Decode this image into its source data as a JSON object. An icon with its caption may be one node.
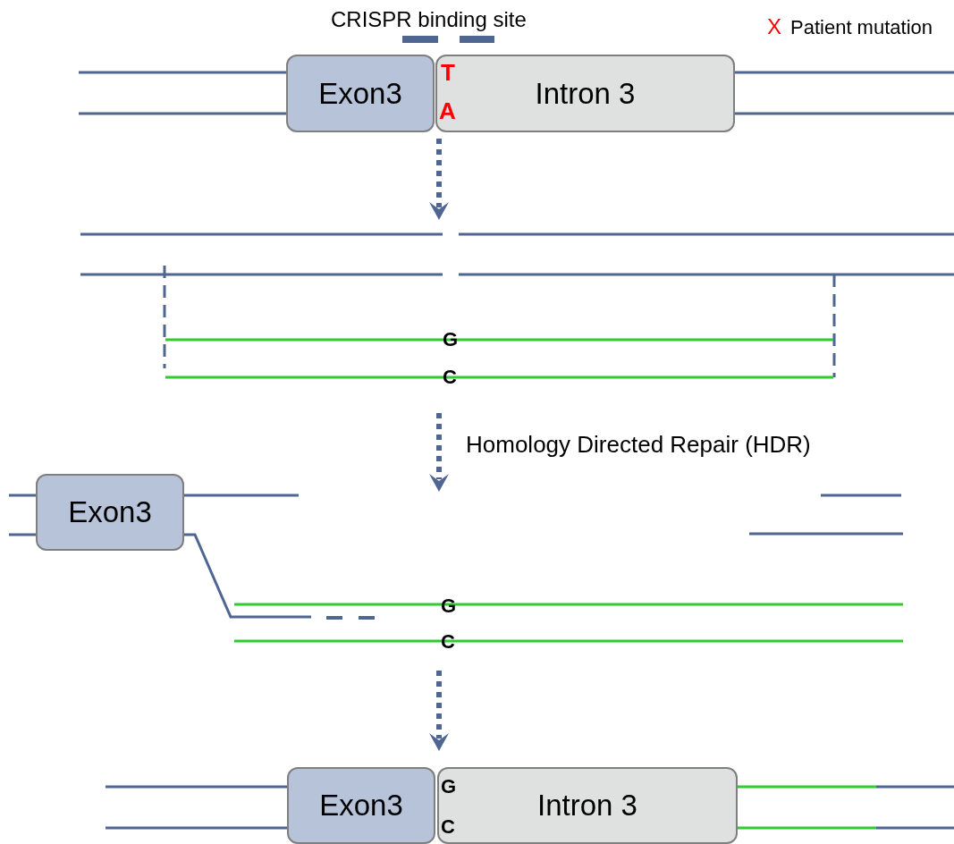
{
  "diagram": {
    "nodes": [
      {
        "text": [
          "Exon3"
        ]
      },
      {
        "text": [
          "Intron 3"
        ]
      },
      {
        "text": [
          "Exon3"
        ]
      },
      {
        "text": [
          "Exon3"
        ]
      },
      {
        "text": [
          "Intron 3"
        ]
      }
    ],
    "labels": [
      "CRISPR binding site",
      "X",
      "Patient mutation",
      "T",
      "A",
      "G",
      "C",
      "Homology Directed Repair (HDR)",
      "G",
      "C",
      "G",
      "C"
    ]
  }
}
